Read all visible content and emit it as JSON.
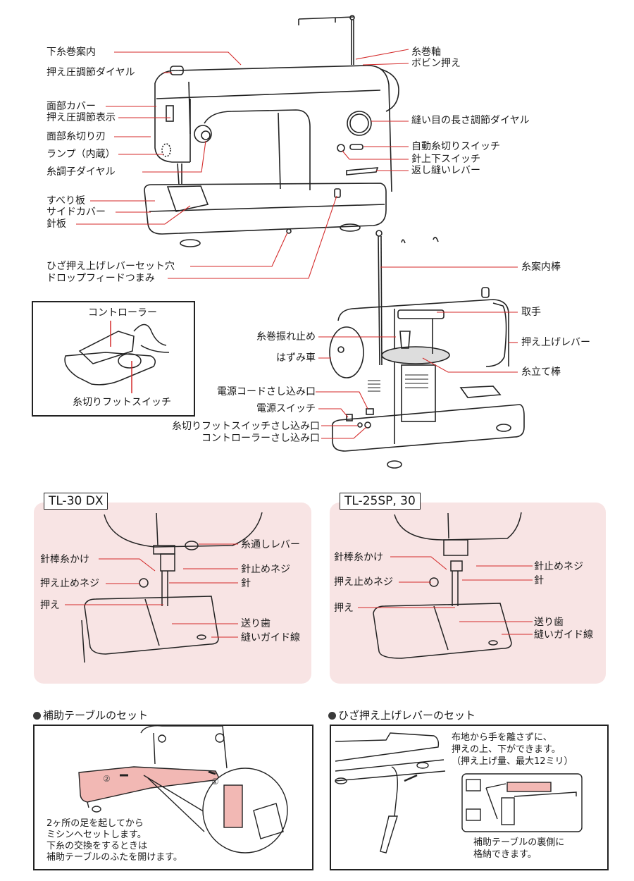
{
  "front_view": {
    "left_labels": [
      "下糸巻案内",
      "押え圧調節ダイヤル",
      "面部カバー",
      "押え圧調節表示",
      "面部糸切り刃",
      "ランプ（内蔵）",
      "糸調子ダイヤル",
      "すべり板",
      "サイドカバー",
      "針板"
    ],
    "right_labels": [
      "糸巻軸",
      "ボビン押え",
      "縫い目の長さ調節ダイヤル",
      "自動糸切りスイッチ",
      "針上下スイッチ",
      "返し縫いレバー"
    ],
    "bottom_labels": [
      "ひざ押え上げレバーセット穴",
      "ドロップフィードつまみ"
    ]
  },
  "controller_box": {
    "top_label": "コントローラー",
    "bottom_label": "糸切りフットスイッチ"
  },
  "rear_view": {
    "left_labels": [
      "糸巻振れ止め",
      "はずみ車",
      "電源コードさし込み口",
      "電源スイッチ",
      "糸切りフットスイッチさし込み口",
      "コントローラーさし込み口"
    ],
    "right_labels": [
      "糸案内棒",
      "取手",
      "押え上げレバー",
      "糸立て棒"
    ]
  },
  "detail_left": {
    "model_tag": "TL-30 DX",
    "left_labels": [
      "針棒糸かけ",
      "押え止めネジ",
      "押え"
    ],
    "right_labels": [
      "糸通しレバー",
      "針止めネジ",
      "針",
      "送り歯",
      "縫いガイド線"
    ]
  },
  "detail_right": {
    "model_tag": "TL-25SP, 30",
    "left_labels": [
      "針棒糸かけ",
      "押え止めネジ",
      "押え"
    ],
    "right_labels": [
      "針止めネジ",
      "針",
      "送り歯",
      "縫いガイド線"
    ]
  },
  "aux_table_section": {
    "title": "補助テーブルのセット",
    "step_markers": [
      "②",
      "①"
    ],
    "note_lines": [
      "2ヶ所の足を起してから",
      "ミシンへセットします。",
      "下糸の交換をするときは",
      "補助テーブルのふたを開けます。"
    ]
  },
  "knee_lever_section": {
    "title": "ひざ押え上げレバーのセット",
    "note_lines": [
      "布地から手を離さずに、",
      "押えの上、下ができます。",
      "（押え上げ量、最大12ミリ）"
    ],
    "storage_lines": [
      "補助テーブルの裏側に",
      "格納できます。"
    ]
  },
  "colors": {
    "leader_line": "#d42a2a",
    "panel_pink": "#f8e4e4",
    "table_pink": "#f2b8b4",
    "ink": "#1a1a1a"
  }
}
